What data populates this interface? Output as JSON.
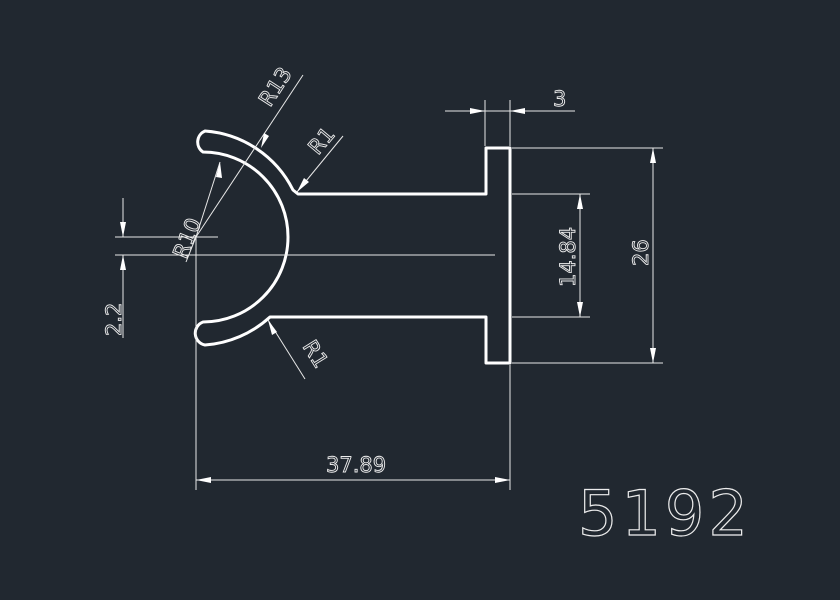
{
  "drawing": {
    "part_number": "5192",
    "dimensions": {
      "radius_outer": "R13",
      "radius_inner": "R10",
      "fillet_top": "R1",
      "fillet_bottom": "R1",
      "center_offset": "2.2",
      "flange_thickness": "3",
      "flange_height": "26",
      "stem_height": "14.84",
      "overall_length": "37.89"
    },
    "colors": {
      "background": "#212830",
      "lines": "#ffffff"
    }
  }
}
